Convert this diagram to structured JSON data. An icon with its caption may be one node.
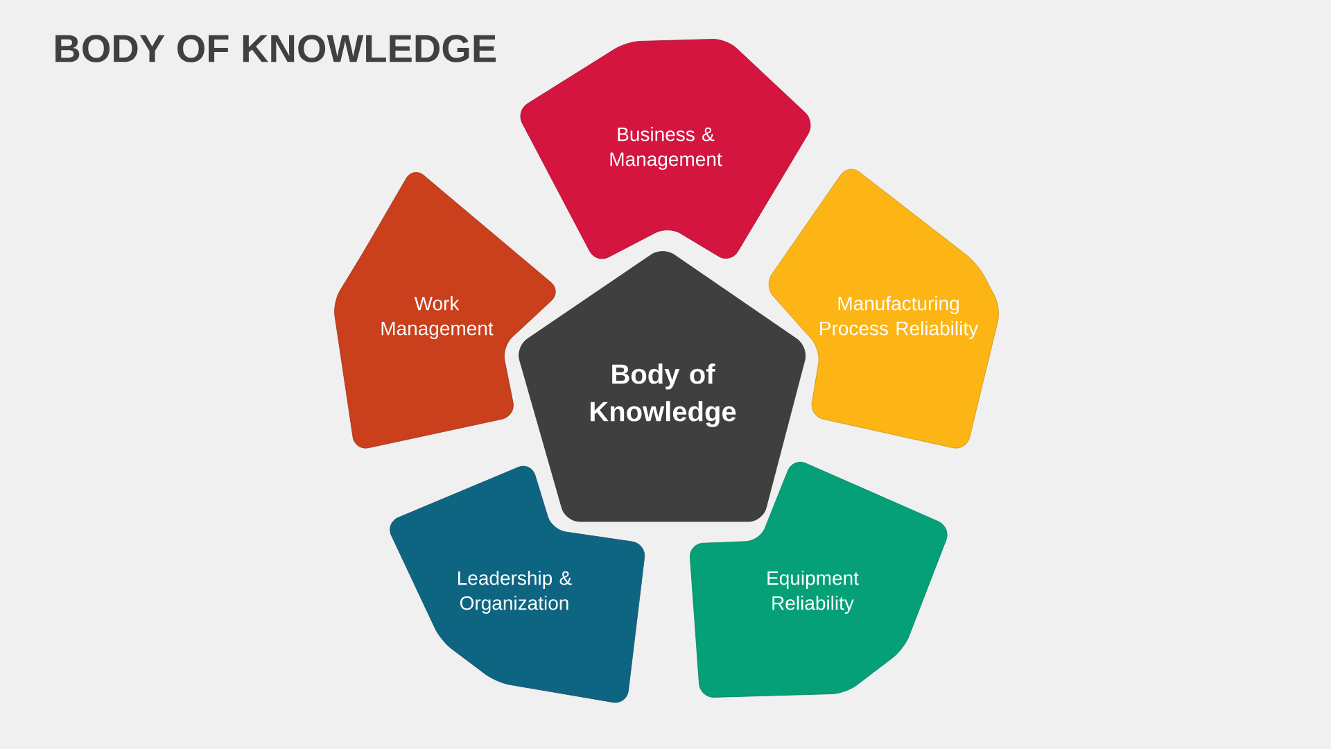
{
  "diagram": {
    "title": "BODY OF KNOWLEDGE",
    "nodes": [
      {
        "text": [
          "Body of Knowledge"
        ]
      },
      {
        "text": [
          "Business & Management"
        ]
      },
      {
        "text": [
          "Manufacturing Process Reliability"
        ]
      },
      {
        "text": [
          "Equipment Reliability"
        ]
      },
      {
        "text": [
          "Leadership & Organization"
        ]
      },
      {
        "text": [
          "Work Management"
        ]
      }
    ]
  }
}
